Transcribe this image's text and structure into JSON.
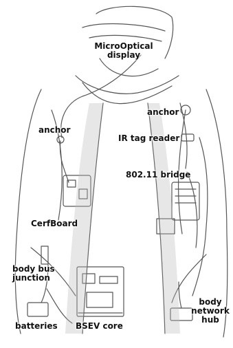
{
  "colors": {
    "background": "#ffffff",
    "ink": "#111111",
    "sketch": "#555555"
  },
  "labels": {
    "microoptical_display_line1": "MicroOptical",
    "microoptical_display_line2": "display",
    "anchor_left": "anchor",
    "anchor_right": "anchor",
    "ir_tag_reader": "IR tag reader",
    "bridge_80211": "802.11 bridge",
    "cerfboard": "CerfBoard",
    "body_bus_junction_line1": "body bus",
    "body_bus_junction_line2": "junction",
    "batteries": "batteries",
    "bsev_core": "BSEV core",
    "body_network_hub_line1": "body",
    "body_network_hub_line2": "network",
    "body_network_hub_line3": "hub"
  }
}
